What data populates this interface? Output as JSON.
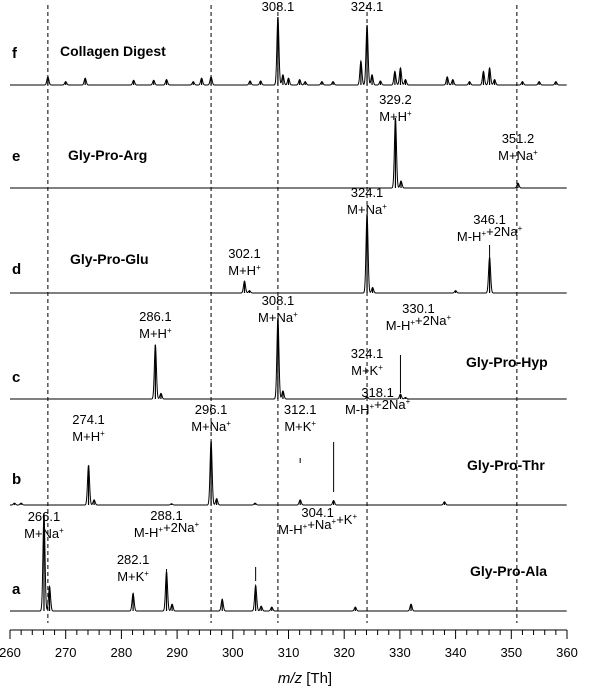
{
  "chart_data": {
    "type": "line",
    "xlabel_italic": "m/z",
    "xlabel_unit": " [Th]",
    "xlim": [
      260,
      360
    ],
    "xticks": [
      260,
      270,
      280,
      290,
      300,
      310,
      320,
      330,
      340,
      350,
      360
    ],
    "reference_lines": [
      266.8,
      296.1,
      308.1,
      324.1,
      351.0
    ],
    "panels": [
      {
        "letter": "a",
        "title": "Gly-Pro-Ala",
        "peaks": [
          [
            266.1,
            1.0
          ],
          [
            267.1,
            0.25
          ],
          [
            282.1,
            0.18
          ],
          [
            288.1,
            0.4
          ],
          [
            289.1,
            0.07
          ],
          [
            298.1,
            0.12
          ],
          [
            304.1,
            0.26
          ],
          [
            305.1,
            0.05
          ],
          [
            307.0,
            0.04
          ],
          [
            322.0,
            0.04
          ],
          [
            332.0,
            0.07
          ]
        ],
        "labels": [
          {
            "x": 266.1,
            "lines": [
              "266.1",
              "M+Na⁺"
            ]
          },
          {
            "x": 282.1,
            "lines": [
              "282.1",
              "M+K⁺"
            ]
          },
          {
            "x": 288.1,
            "lines": [
              "288.1",
              "M-H⁺+2Na⁺"
            ]
          },
          {
            "x": 304.1,
            "lines": [
              "304.1",
              "M-H⁺+Na⁺+K⁺"
            ]
          }
        ]
      },
      {
        "letter": "b",
        "title": "Gly-Pro-Thr",
        "peaks": [
          [
            260.8,
            0.03
          ],
          [
            262.0,
            0.03
          ],
          [
            274.1,
            0.62
          ],
          [
            275.1,
            0.08
          ],
          [
            289.0,
            0.02
          ],
          [
            296.1,
            1.0
          ],
          [
            297.1,
            0.1
          ],
          [
            304.0,
            0.03
          ],
          [
            312.1,
            0.08
          ],
          [
            318.1,
            0.07
          ],
          [
            338.0,
            0.05
          ]
        ],
        "labels": [
          {
            "x": 274.1,
            "lines": [
              "274.1",
              "M+H⁺"
            ]
          },
          {
            "x": 296.1,
            "lines": [
              "296.1",
              "M+Na⁺"
            ]
          },
          {
            "x": 312.1,
            "lines": [
              "312.1",
              "M+K⁺"
            ]
          },
          {
            "x": 318.1,
            "lines": [
              "318.1",
              "M-H⁺+2Na⁺"
            ]
          }
        ]
      },
      {
        "letter": "c",
        "title": "Gly-Pro-Hyp",
        "peaks": [
          [
            286.1,
            0.67
          ],
          [
            287.1,
            0.07
          ],
          [
            308.1,
            1.0
          ],
          [
            309.0,
            0.1
          ],
          [
            324.1,
            0.03
          ],
          [
            330.1,
            0.06
          ],
          [
            331.0,
            0.02
          ]
        ],
        "labels": [
          {
            "x": 286.1,
            "lines": [
              "286.1",
              "M+H⁺"
            ]
          },
          {
            "x": 308.1,
            "lines": [
              "308.1",
              "M+Na⁺"
            ]
          },
          {
            "x": 324.1,
            "lines": [
              "324.1",
              "M+K⁺"
            ]
          },
          {
            "x": 330.1,
            "lines": [
              "330.1",
              "M-H⁺+2Na⁺"
            ]
          }
        ]
      },
      {
        "letter": "d",
        "title": "Gly-Pro-Glu",
        "peaks": [
          [
            302.1,
            0.15
          ],
          [
            303.0,
            0.03
          ],
          [
            324.1,
            1.0
          ],
          [
            325.1,
            0.07
          ],
          [
            340.0,
            0.03
          ],
          [
            346.1,
            0.45
          ]
        ],
        "labels": [
          {
            "x": 302.1,
            "lines": [
              "302.1",
              "M+H⁺"
            ]
          },
          {
            "x": 324.1,
            "lines": [
              "324.1",
              "M+Na⁺"
            ]
          },
          {
            "x": 346.1,
            "lines": [
              "346.1",
              "M-H⁺+2Na⁺"
            ]
          }
        ]
      },
      {
        "letter": "e",
        "title": "Gly-Pro-Arg",
        "peaks": [
          [
            329.2,
            1.0
          ],
          [
            330.2,
            0.1
          ],
          [
            351.2,
            0.07
          ]
        ],
        "labels": [
          {
            "x": 329.2,
            "lines": [
              "329.2",
              "M+H⁺"
            ]
          },
          {
            "x": 351.2,
            "lines": [
              "351.2",
              "M+Na⁺"
            ]
          }
        ]
      },
      {
        "letter": "f",
        "title": "Collagen Digest",
        "peaks": [
          [
            266.8,
            0.12
          ],
          [
            270.0,
            0.05
          ],
          [
            273.5,
            0.1
          ],
          [
            282.2,
            0.07
          ],
          [
            285.8,
            0.07
          ],
          [
            288.1,
            0.08
          ],
          [
            292.9,
            0.05
          ],
          [
            294.4,
            0.1
          ],
          [
            296.1,
            0.12
          ],
          [
            303.1,
            0.06
          ],
          [
            305.0,
            0.06
          ],
          [
            308.1,
            1.0
          ],
          [
            309.0,
            0.15
          ],
          [
            310.0,
            0.1
          ],
          [
            312.0,
            0.08
          ],
          [
            313.0,
            0.05
          ],
          [
            316.0,
            0.05
          ],
          [
            318.0,
            0.05
          ],
          [
            323.0,
            0.35
          ],
          [
            324.1,
            0.88
          ],
          [
            325.0,
            0.15
          ],
          [
            326.5,
            0.06
          ],
          [
            329.1,
            0.2
          ],
          [
            330.1,
            0.25
          ],
          [
            331.0,
            0.08
          ],
          [
            338.5,
            0.12
          ],
          [
            339.5,
            0.08
          ],
          [
            342.5,
            0.05
          ],
          [
            345.0,
            0.2
          ],
          [
            346.1,
            0.25
          ],
          [
            347.0,
            0.08
          ],
          [
            352.0,
            0.05
          ],
          [
            355.0,
            0.05
          ],
          [
            358.0,
            0.05
          ]
        ],
        "labels": [
          {
            "x": 308.1,
            "lines": [
              "308.1"
            ]
          },
          {
            "x": 324.1,
            "lines": [
              "324.1"
            ]
          }
        ]
      }
    ]
  }
}
